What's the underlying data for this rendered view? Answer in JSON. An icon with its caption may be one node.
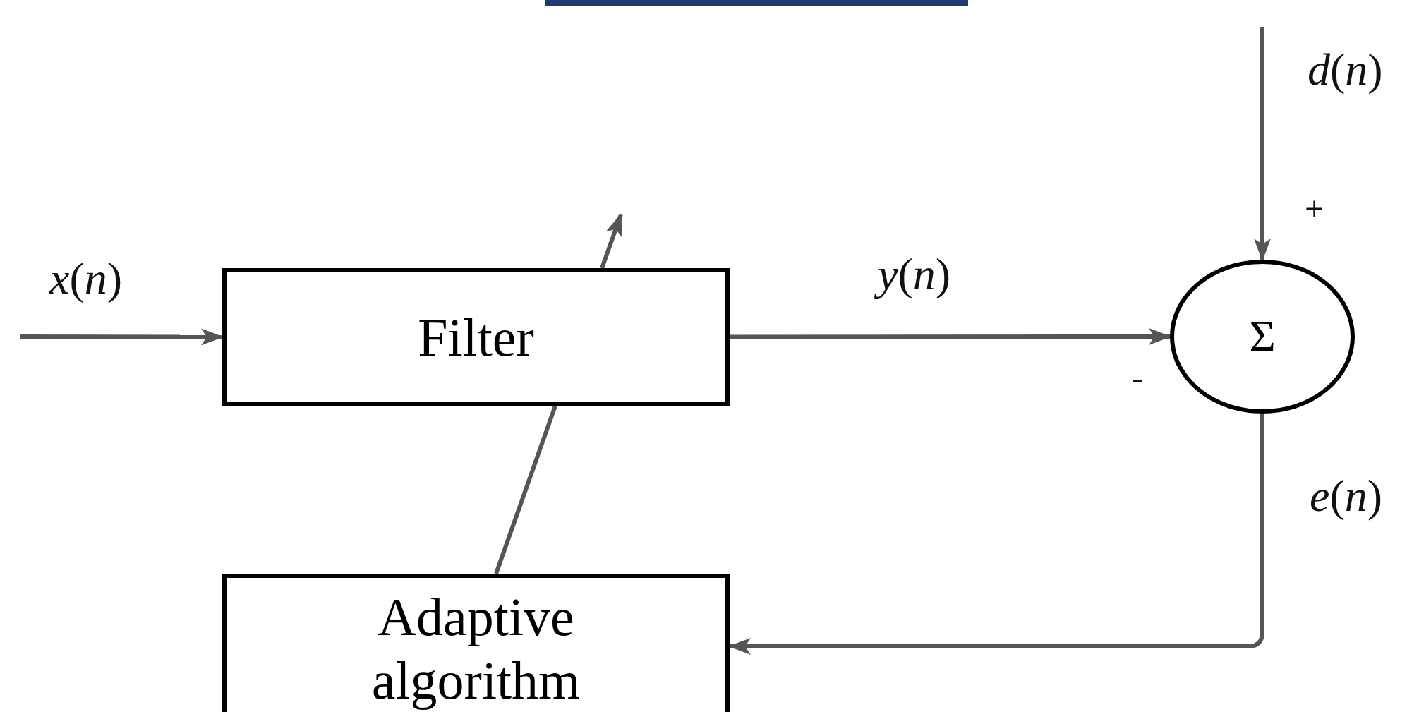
{
  "diagram": {
    "nodes": [
      {
        "text": [
          "Filter"
        ]
      },
      {
        "text": [
          "Σ"
        ]
      },
      {
        "text": [
          "Adaptive algorithm"
        ]
      }
    ],
    "edges": [
      {
        "from": null,
        "to": 0,
        "arrow": "to",
        "label": "*x*(*n*)"
      },
      {
        "from": 0,
        "to": 1,
        "arrow": "to",
        "label": "*y*(*n*)"
      },
      {
        "from": null,
        "to": 1,
        "arrow": "to",
        "label": "*d*(*n*)"
      },
      {
        "from": 1,
        "to": 2,
        "arrow": "to",
        "label": "*e*(*n*)"
      },
      {
        "from": 2,
        "to": 0,
        "arrow": "none"
      }
    ],
    "labels": [
      "+",
      "-"
    ]
  }
}
